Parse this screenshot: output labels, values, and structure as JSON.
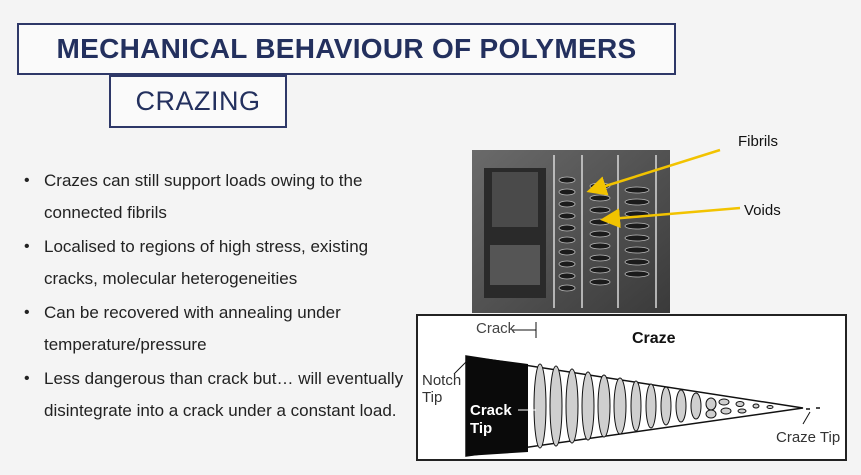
{
  "slide": {
    "title": "MECHANICAL BEHAVIOUR OF POLYMERS",
    "subtitle": "CRAZING",
    "bullets": [
      "Crazes can still support loads owing to the connected fibrils",
      "Localised to regions of high stress, existing cracks, molecular heterogeneities",
      "Can be recovered with annealing under temperature/pressure",
      "Less dangerous than crack but… will eventually disintegrate into a crack under a constant load."
    ]
  },
  "micrograph": {
    "label_fibrils": "Fibrils",
    "label_voids": "Voids",
    "arrow_color": "#f2c300"
  },
  "diagram": {
    "title": "Craze",
    "label_crack": "Crack",
    "label_notch_line1": "Notch",
    "label_notch_line2": "Tip",
    "label_crack_tip_line1": "Crack",
    "label_crack_tip_line2": "Tip",
    "label_craze_tip": "Craze Tip"
  }
}
